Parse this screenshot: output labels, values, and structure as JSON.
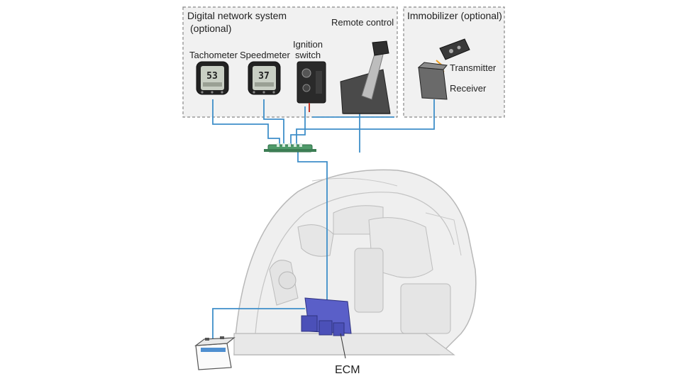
{
  "groups": {
    "network": {
      "title_line1": "Digital network system",
      "title_line2": "(optional)"
    },
    "immobilizer": {
      "title": "Immobilizer (optional)"
    }
  },
  "devices": {
    "tachometer": {
      "label": "Tachometer",
      "display": "53"
    },
    "speedometer": {
      "label": "Speedmeter",
      "display": "37"
    },
    "ignition": {
      "label_line1": "Ignition",
      "label_line2": "switch"
    },
    "remote": {
      "label": "Remote control"
    },
    "transmitter": {
      "label": "Transmitter"
    },
    "receiver": {
      "label": "Receiver"
    },
    "battery": {
      "label": ""
    },
    "ecm": {
      "label": "ECM"
    }
  },
  "colors": {
    "wire": "#3f8fc9",
    "ecm": "#5a5fc8",
    "hub": "#4f9a6a",
    "box_border": "#888888",
    "box_fill": "#f1f1f1",
    "engine_fill": "#ededed",
    "engine_line": "#b4b4b4"
  }
}
